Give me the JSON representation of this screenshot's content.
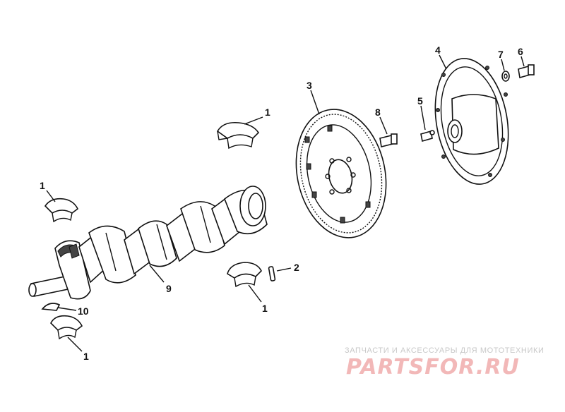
{
  "callouts": {
    "bearing_upper_main": "1",
    "bearing_left": "1",
    "bearing_lower_mid": "1",
    "bearing_bottom_left": "1",
    "dowel_pin": "2",
    "flywheel": "3",
    "drive_plate": "4",
    "fitting": "5",
    "bolt_right": "6",
    "washer": "7",
    "bolt_flywheel": "8",
    "crankshaft": "9",
    "key": "10"
  },
  "watermark": {
    "caption": "ЗАПЧАСТИ И АКСЕССУАРЫ ДЛЯ МОТОТЕХНИКИ",
    "logo": "PARTSFOR.RU"
  },
  "colors": {
    "ink": "#111111",
    "watermark_caption": "#c8c8c8",
    "watermark_logo": "#f2b8b8"
  }
}
